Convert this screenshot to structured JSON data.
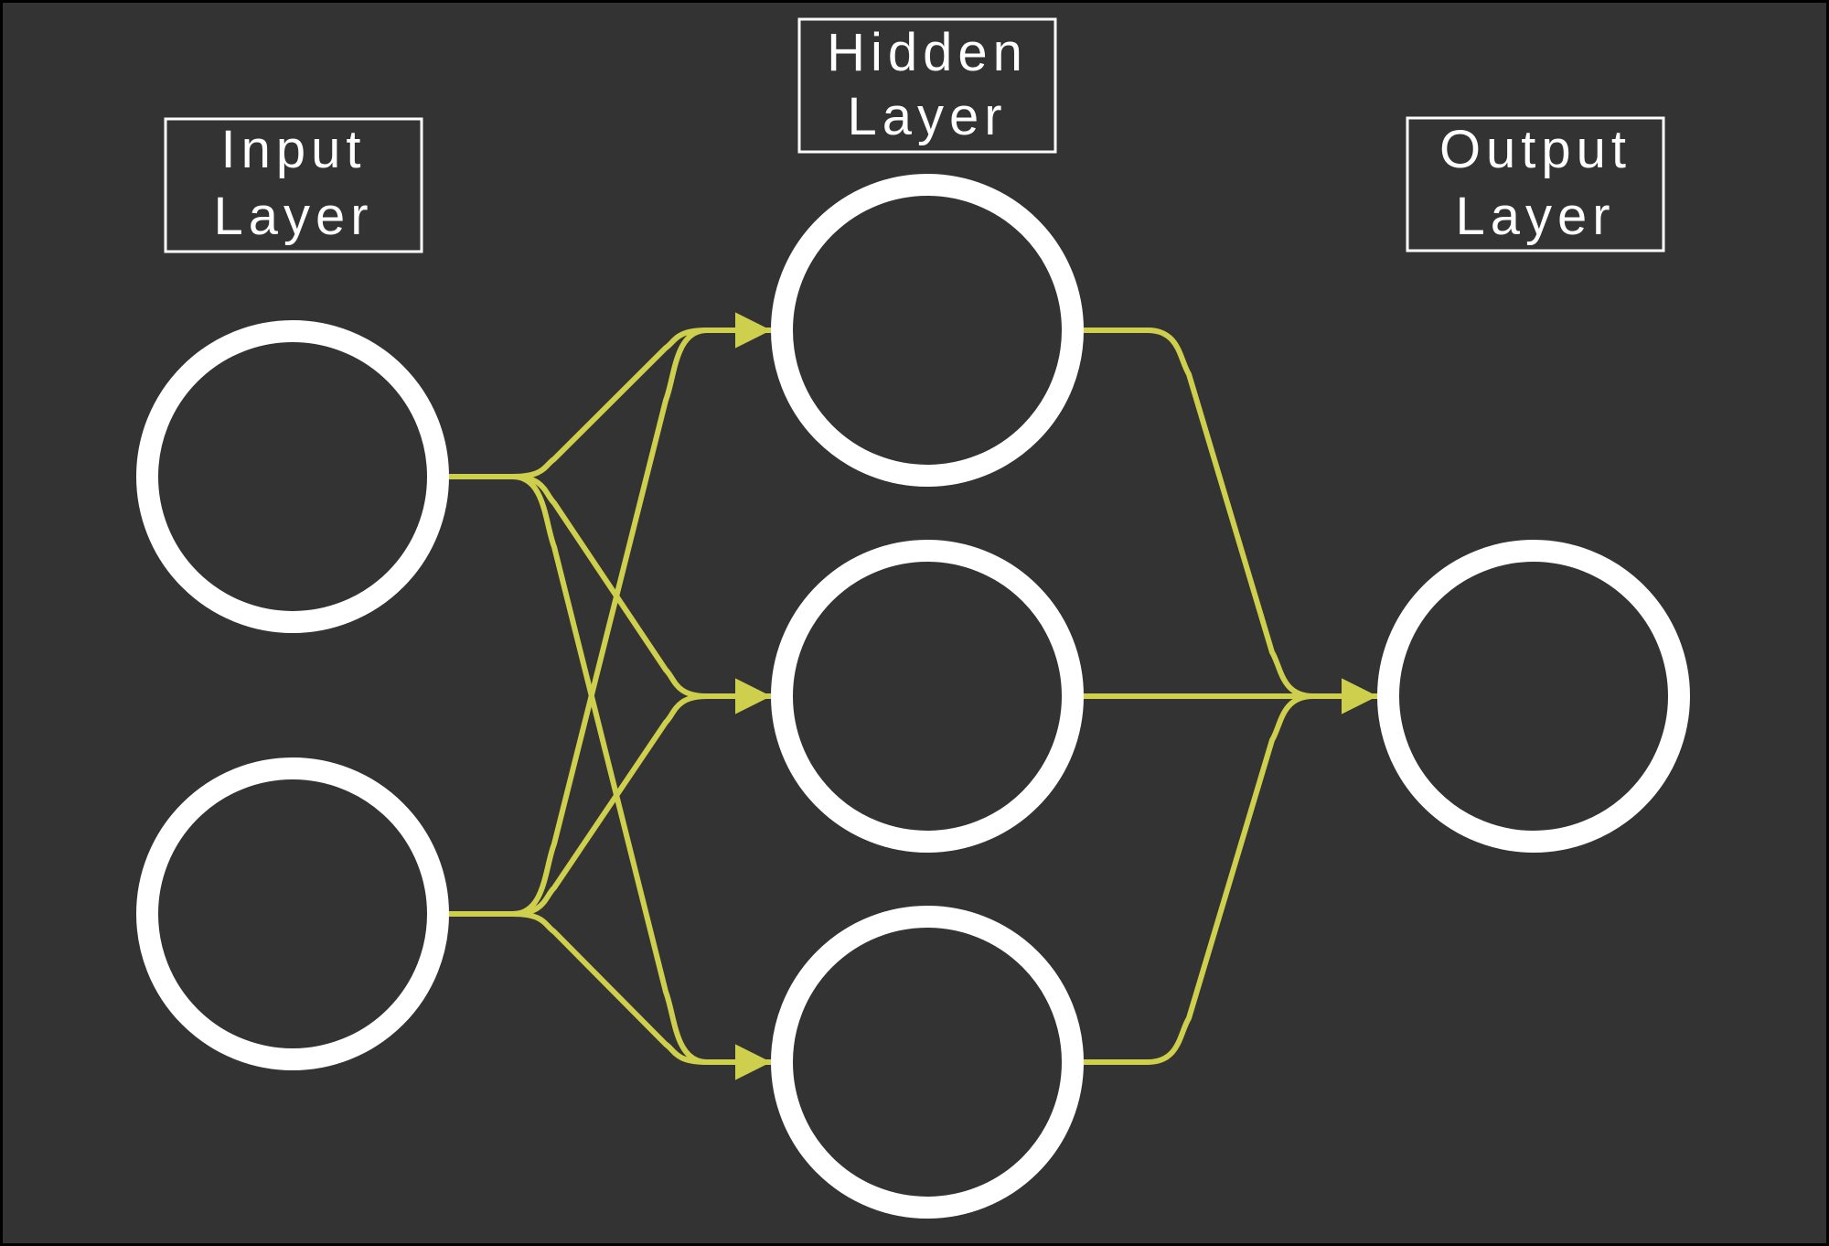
{
  "colors": {
    "background": "#333333",
    "frame": "#000000",
    "node_stroke": "#ffffff",
    "edge": "#cfcf4e",
    "label_text": "#ffffff"
  },
  "layers": [
    {
      "id": "input",
      "label_line1": "Input",
      "label_line2": "Layer",
      "node_count": 2
    },
    {
      "id": "hidden",
      "label_line1": "Hidden",
      "label_line2": "Layer",
      "node_count": 3
    },
    {
      "id": "output",
      "label_line1": "Output",
      "label_line2": "Layer",
      "node_count": 1
    }
  ],
  "connections": [
    {
      "from": "input.0",
      "to": "hidden.0"
    },
    {
      "from": "input.0",
      "to": "hidden.1"
    },
    {
      "from": "input.0",
      "to": "hidden.2"
    },
    {
      "from": "input.1",
      "to": "hidden.0"
    },
    {
      "from": "input.1",
      "to": "hidden.1"
    },
    {
      "from": "input.1",
      "to": "hidden.2"
    },
    {
      "from": "hidden.0",
      "to": "output.0"
    },
    {
      "from": "hidden.1",
      "to": "output.0"
    },
    {
      "from": "hidden.2",
      "to": "output.0"
    }
  ]
}
